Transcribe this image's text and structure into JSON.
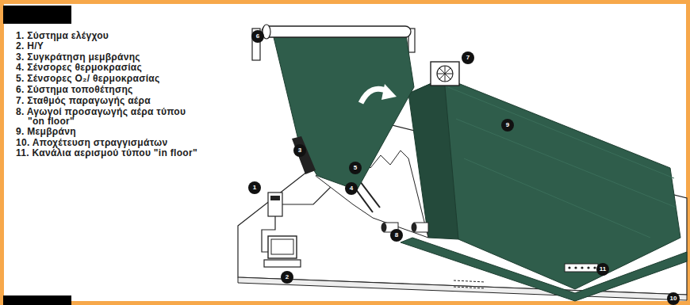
{
  "diagram": {
    "labels": [
      "1. Σύστημα ελέγχου",
      "2. Η/Υ",
      "3. Συγκράτηση μεμβράνης",
      "4. Σένσορες θερμοκρασίας",
      "5. Σένσορες O₂/ θερμοκρασίας",
      "6. Σύστημα τοποθέτησης",
      "7. Σταθμός παραγωγής αέρα",
      "8. Αγωγοί προσαγωγής αέρα τύπου \"on floor\"",
      "9. Μεμβράνη",
      "10. Αποχέτευση στραγγισμάτων",
      "11. Κανάλια αερισμού τύπου \"in floor\"",
      "6",
      "7",
      "9",
      "3",
      "5",
      "1",
      "4",
      "8",
      "2",
      "11",
      "10"
    ]
  }
}
